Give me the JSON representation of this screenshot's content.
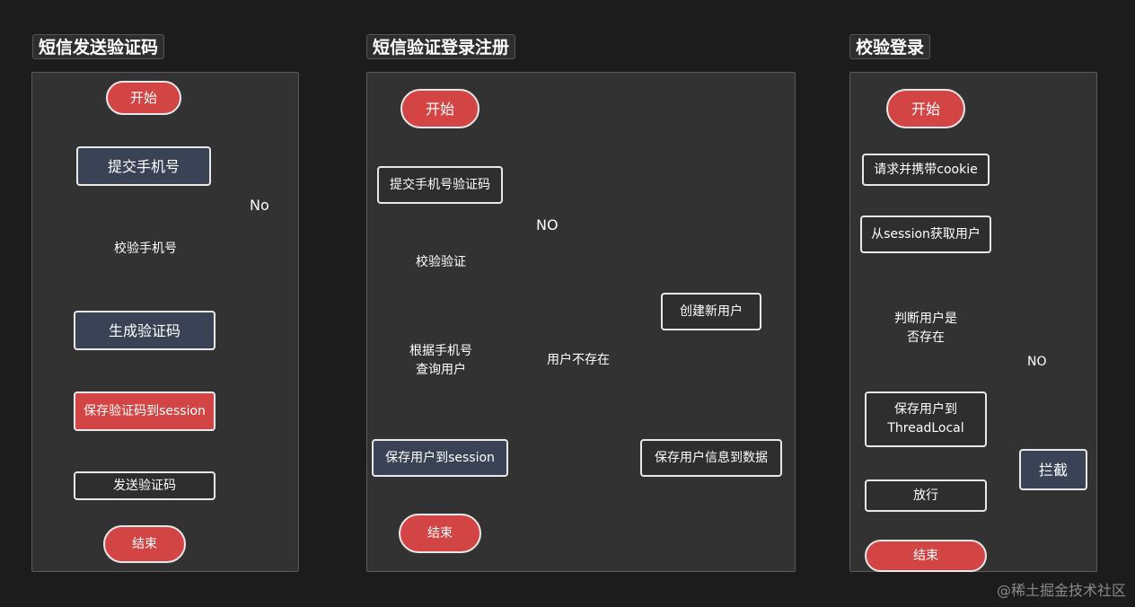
{
  "watermark": "@稀土掘金技术社区",
  "flow1": {
    "title": "短信发送验证码",
    "start": "开始",
    "submit": "提交手机号",
    "check": "校验手机号",
    "no": "No",
    "generate": "生成验证码",
    "save": "保存验证码到session",
    "send": "发送验证码",
    "end": "结束"
  },
  "flow2": {
    "title": "短信验证登录注册",
    "start": "开始",
    "submit": "提交手机号验证码",
    "check": "校验验证",
    "no": "NO",
    "query_line1": "根据手机号",
    "query_line2": "查询用户",
    "not_exist": "用户不存在",
    "create": "创建新用户",
    "save_info": "保存用户信息到数据",
    "save_session": "保存用户到session",
    "end": "结束"
  },
  "flow3": {
    "title": "校验登录",
    "start": "开始",
    "request": "请求并携带cookie",
    "get_user": "从session获取用户",
    "judge_line1": "判断用户是",
    "judge_line2": "否存在",
    "no": "NO",
    "save_line1": "保存用户到",
    "save_line2": "ThreadLocal",
    "pass": "放行",
    "intercept": "拦截",
    "end": "结束"
  },
  "colors": {
    "background": "#1c1c1c",
    "panel": "#323232",
    "red": "#d34544",
    "navy": "#3a4356",
    "olive": "#6b5f45",
    "line": "#e9e9e9"
  }
}
